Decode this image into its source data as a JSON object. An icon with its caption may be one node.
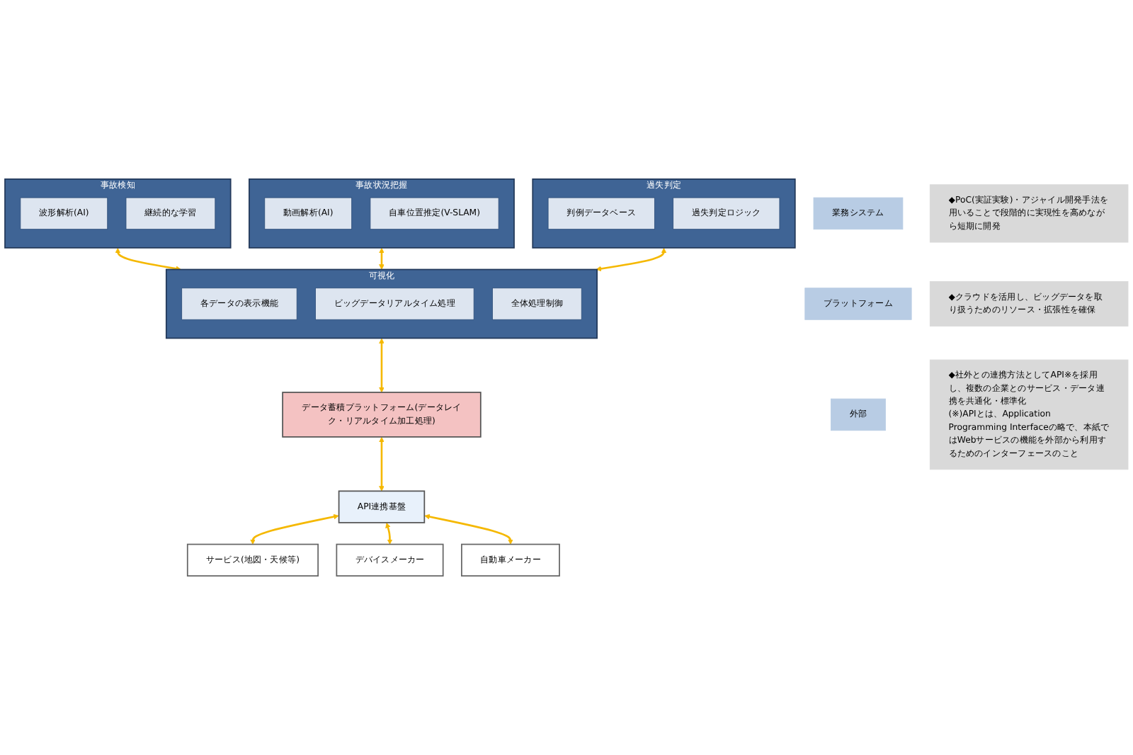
{
  "diagram": {
    "nodes": [
      {
        "text": [
          "業務システム"
        ]
      },
      {
        "text": [
          "事故検知"
        ]
      },
      {
        "text": [
          "波形解析(AI)"
        ],
        "in": 1
      },
      {
        "text": [
          "継続的な学習"
        ],
        "in": 1
      },
      {
        "text": [
          "事故状況把握"
        ]
      },
      {
        "text": [
          "動画解析(AI)"
        ],
        "in": 4
      },
      {
        "text": [
          "自車位置推定(V-SLAM)"
        ],
        "in": 4
      },
      {
        "text": [
          "過失判定"
        ]
      },
      {
        "text": [
          "判例データベース"
        ],
        "in": 7
      },
      {
        "text": [
          "過失判定ロジック"
        ],
        "in": 7
      },
      {
        "text": [
          "可視化"
        ]
      },
      {
        "text": [
          "各データの表示機能"
        ],
        "in": 10
      },
      {
        "text": [
          "ビッグデータリアルタイム処理"
        ],
        "in": 10
      },
      {
        "text": [
          "全体処理制御"
        ],
        "in": 10
      },
      {
        "text": [
          "◆PoC(実証実験)・アジャイル開発手法を用いることで段階的に実現性を高めながら短期に開発"
        ]
      },
      {
        "text": [
          "プラットフォーム"
        ]
      },
      {
        "text": [
          "データ蓄積プラットフォーム(データレイク・リアルタイム加工処理)"
        ]
      },
      {
        "text": [
          "◆クラウドを活用し、ビッグデータを取り扱うためのリソース・拡張性を確保"
        ]
      },
      {
        "text": [
          "API連携基盤"
        ]
      },
      {
        "text": [
          "外部"
        ]
      },
      {
        "text": [
          "サービス(地図・天候等)"
        ]
      },
      {
        "text": [
          "デバイスメーカー"
        ]
      },
      {
        "text": [
          "自動車メーカー"
        ]
      },
      {
        "text": [
          "◆社外との連携方法としてAPI※を採用し、複数の企業とのサービス・データ連携を共通化・標準化",
          "(※)APIとは、Application Programming Interfaceの略で、本紙ではWebサービスの機能を外部から利用するためのインターフェースのこと"
        ]
      }
    ],
    "edges": [
      {
        "from": 1,
        "to": 10,
        "arrow": "both"
      },
      {
        "from": 4,
        "to": 10,
        "arrow": "both"
      },
      {
        "from": 7,
        "to": 10,
        "arrow": "both"
      },
      {
        "from": 10,
        "to": 16,
        "arrow": "both"
      },
      {
        "from": 16,
        "to": 18,
        "arrow": "both"
      },
      {
        "from": 18,
        "to": 20,
        "arrow": "both"
      },
      {
        "from": 18,
        "to": 21,
        "arrow": "both"
      },
      {
        "from": 18,
        "to": 22,
        "arrow": "both"
      }
    ]
  }
}
